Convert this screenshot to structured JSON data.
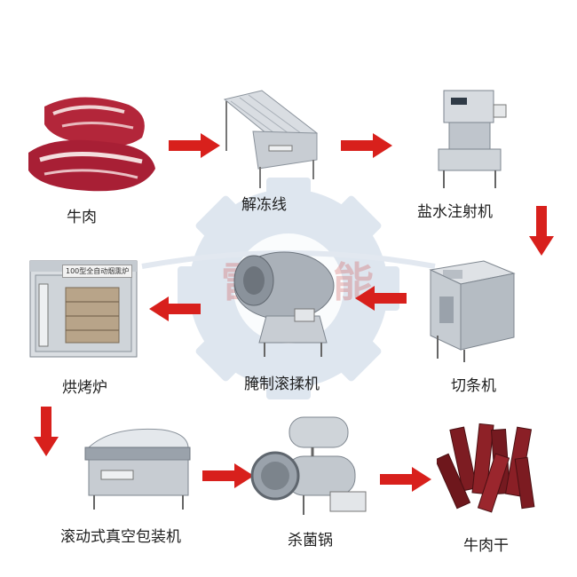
{
  "watermark": {
    "text": "雷 智能"
  },
  "steps": [
    {
      "id": "beef",
      "label": "牛肉",
      "icon": "raw-beef-icon"
    },
    {
      "id": "thawing",
      "label": "解冻线",
      "icon": "thawing-line-icon"
    },
    {
      "id": "injector",
      "label": "盐水注射机",
      "icon": "brine-injector-icon"
    },
    {
      "id": "strip-cutter",
      "label": "切条机",
      "icon": "strip-cutter-icon"
    },
    {
      "id": "tumbler",
      "label": "腌制滚揉机",
      "icon": "vacuum-tumbler-icon"
    },
    {
      "id": "oven",
      "label": "烘烤炉",
      "icon": "smoking-oven-icon"
    },
    {
      "id": "packer",
      "label": "滚动式真空包装机",
      "icon": "vacuum-packer-icon"
    },
    {
      "id": "sterilizer",
      "label": "杀菌锅",
      "icon": "sterilizer-retort-icon"
    },
    {
      "id": "jerky",
      "label": "牛肉干",
      "icon": "beef-jerky-icon"
    }
  ],
  "oven_plate": "100型全自动烟熏炉",
  "colors": {
    "arrow": "#d8201c",
    "gear": "#c9d6e6",
    "watermark_text": "#cd4646"
  }
}
